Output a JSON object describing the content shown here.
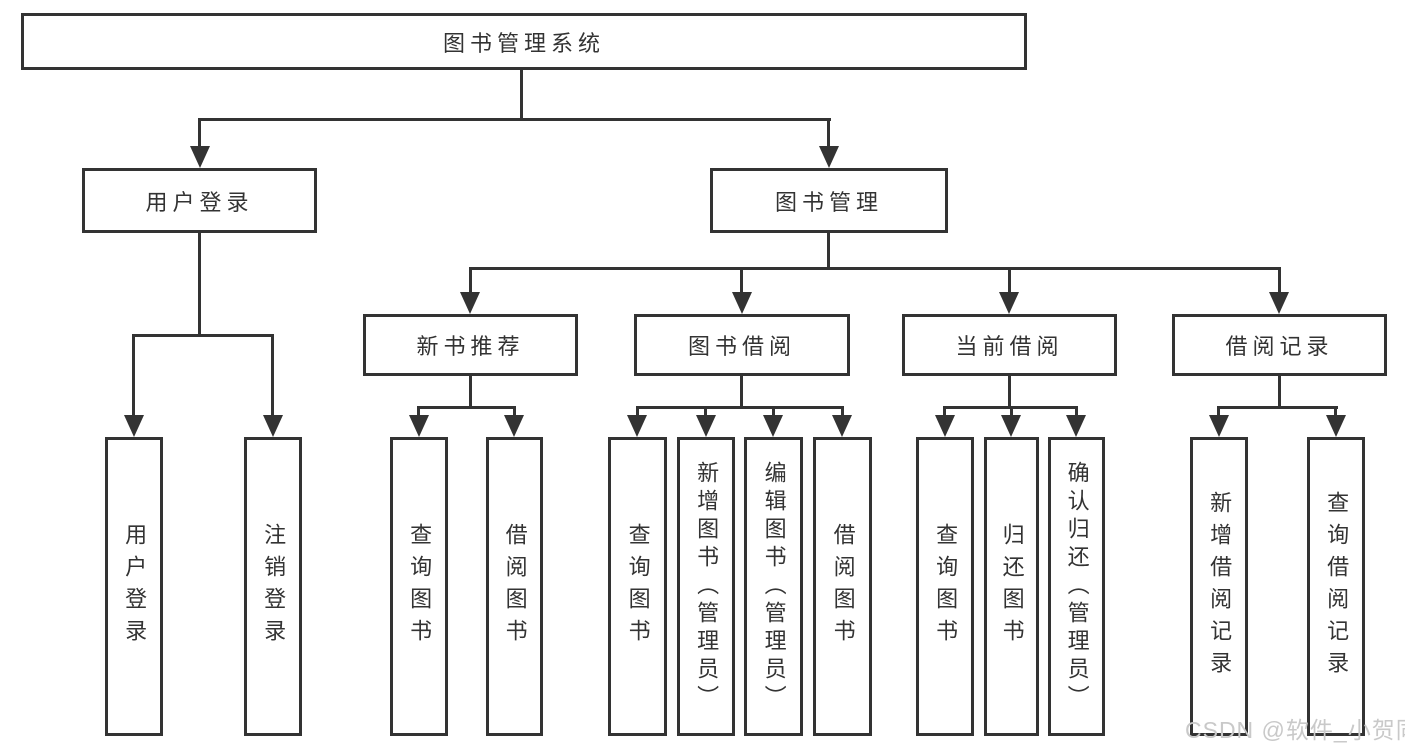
{
  "diagram": {
    "root": {
      "label": "图书管理系统"
    },
    "branches": [
      {
        "label": "用户登录",
        "children": [
          {
            "label": "用户登录"
          },
          {
            "label": "注销登录"
          }
        ]
      },
      {
        "label": "图书管理",
        "groups": [
          {
            "label": "新书推荐",
            "children": [
              {
                "label": "查询图书"
              },
              {
                "label": "借阅图书"
              }
            ]
          },
          {
            "label": "图书借阅",
            "children": [
              {
                "label": "查询图书"
              },
              {
                "label": "新增图书（管理员）"
              },
              {
                "label": "编辑图书（管理员）"
              },
              {
                "label": "借阅图书"
              }
            ]
          },
          {
            "label": "当前借阅",
            "children": [
              {
                "label": "查询图书"
              },
              {
                "label": "归还图书"
              },
              {
                "label": "确认归还（管理员）"
              }
            ]
          },
          {
            "label": "借阅记录",
            "children": [
              {
                "label": "新增借阅记录"
              },
              {
                "label": "查询借阅记录"
              }
            ]
          }
        ]
      }
    ]
  },
  "watermark": {
    "text": "CSDN @软件_小贺同学"
  },
  "colors": {
    "line": "#333333",
    "text": "#333333",
    "background": "#ffffff",
    "watermark": "#c9c9c9"
  }
}
